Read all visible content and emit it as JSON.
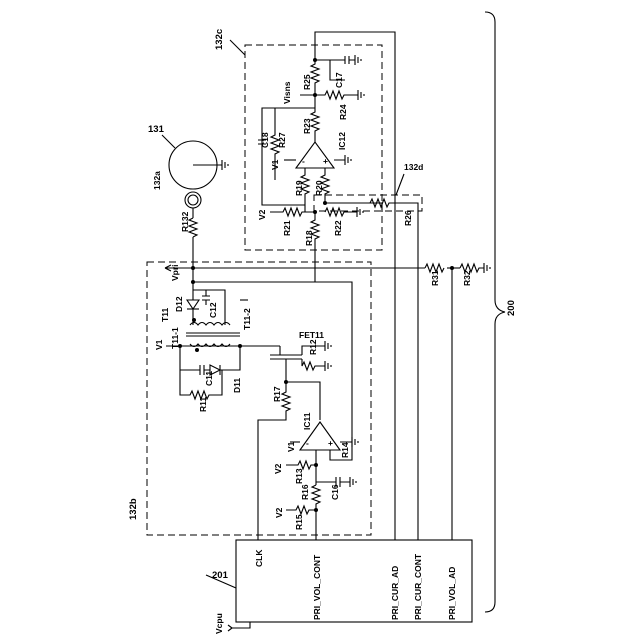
{
  "blocks": {
    "block_200": "200",
    "block_201": "201",
    "block_131": "131",
    "block_132a": "132a",
    "block_132b": "132b",
    "block_132c": "132c",
    "block_132d": "132d"
  },
  "components": {
    "R11": "R11",
    "R12": "R12",
    "R13": "R13",
    "R14": "R14",
    "R15": "R15",
    "R16": "R16",
    "R17": "R17",
    "R18": "R18",
    "R19": "R19",
    "R20": "R20",
    "R21": "R21",
    "R22": "R22",
    "R23": "R23",
    "R24": "R24",
    "R25": "R25",
    "R26": "R26",
    "R27": "R27",
    "R31": "R31",
    "R32": "R32",
    "R132": "R132",
    "C11": "C11",
    "C12": "C12",
    "C16": "C16",
    "C17": "C17",
    "C18": "C18",
    "D11": "D11",
    "D12": "D12",
    "T11": "T11",
    "T11_1": "T11-1",
    "T11_2": "T11-2",
    "FET11": "FET11",
    "IC11": "IC11",
    "IC12": "IC12"
  },
  "nets": {
    "V1_a": "V1",
    "V1_b": "V1",
    "V1_c": "V1",
    "V2_a": "V2",
    "V2_b": "V2",
    "V2_c": "V2",
    "Vpri": "Vpri",
    "Visns": "Visns",
    "Vcpu": "Vcpu"
  },
  "cpu_pins": {
    "clk": "CLK",
    "pri_vol_cont": "PRI_VOL_CONT",
    "pri_cur_ad": "PRI_CUR_AD",
    "pri_cur_cont": "PRI_CUR_CONT",
    "pri_vol_ad": "PRI_VOL_AD"
  },
  "opamp_signs": {
    "plus": "+",
    "minus": "-"
  }
}
